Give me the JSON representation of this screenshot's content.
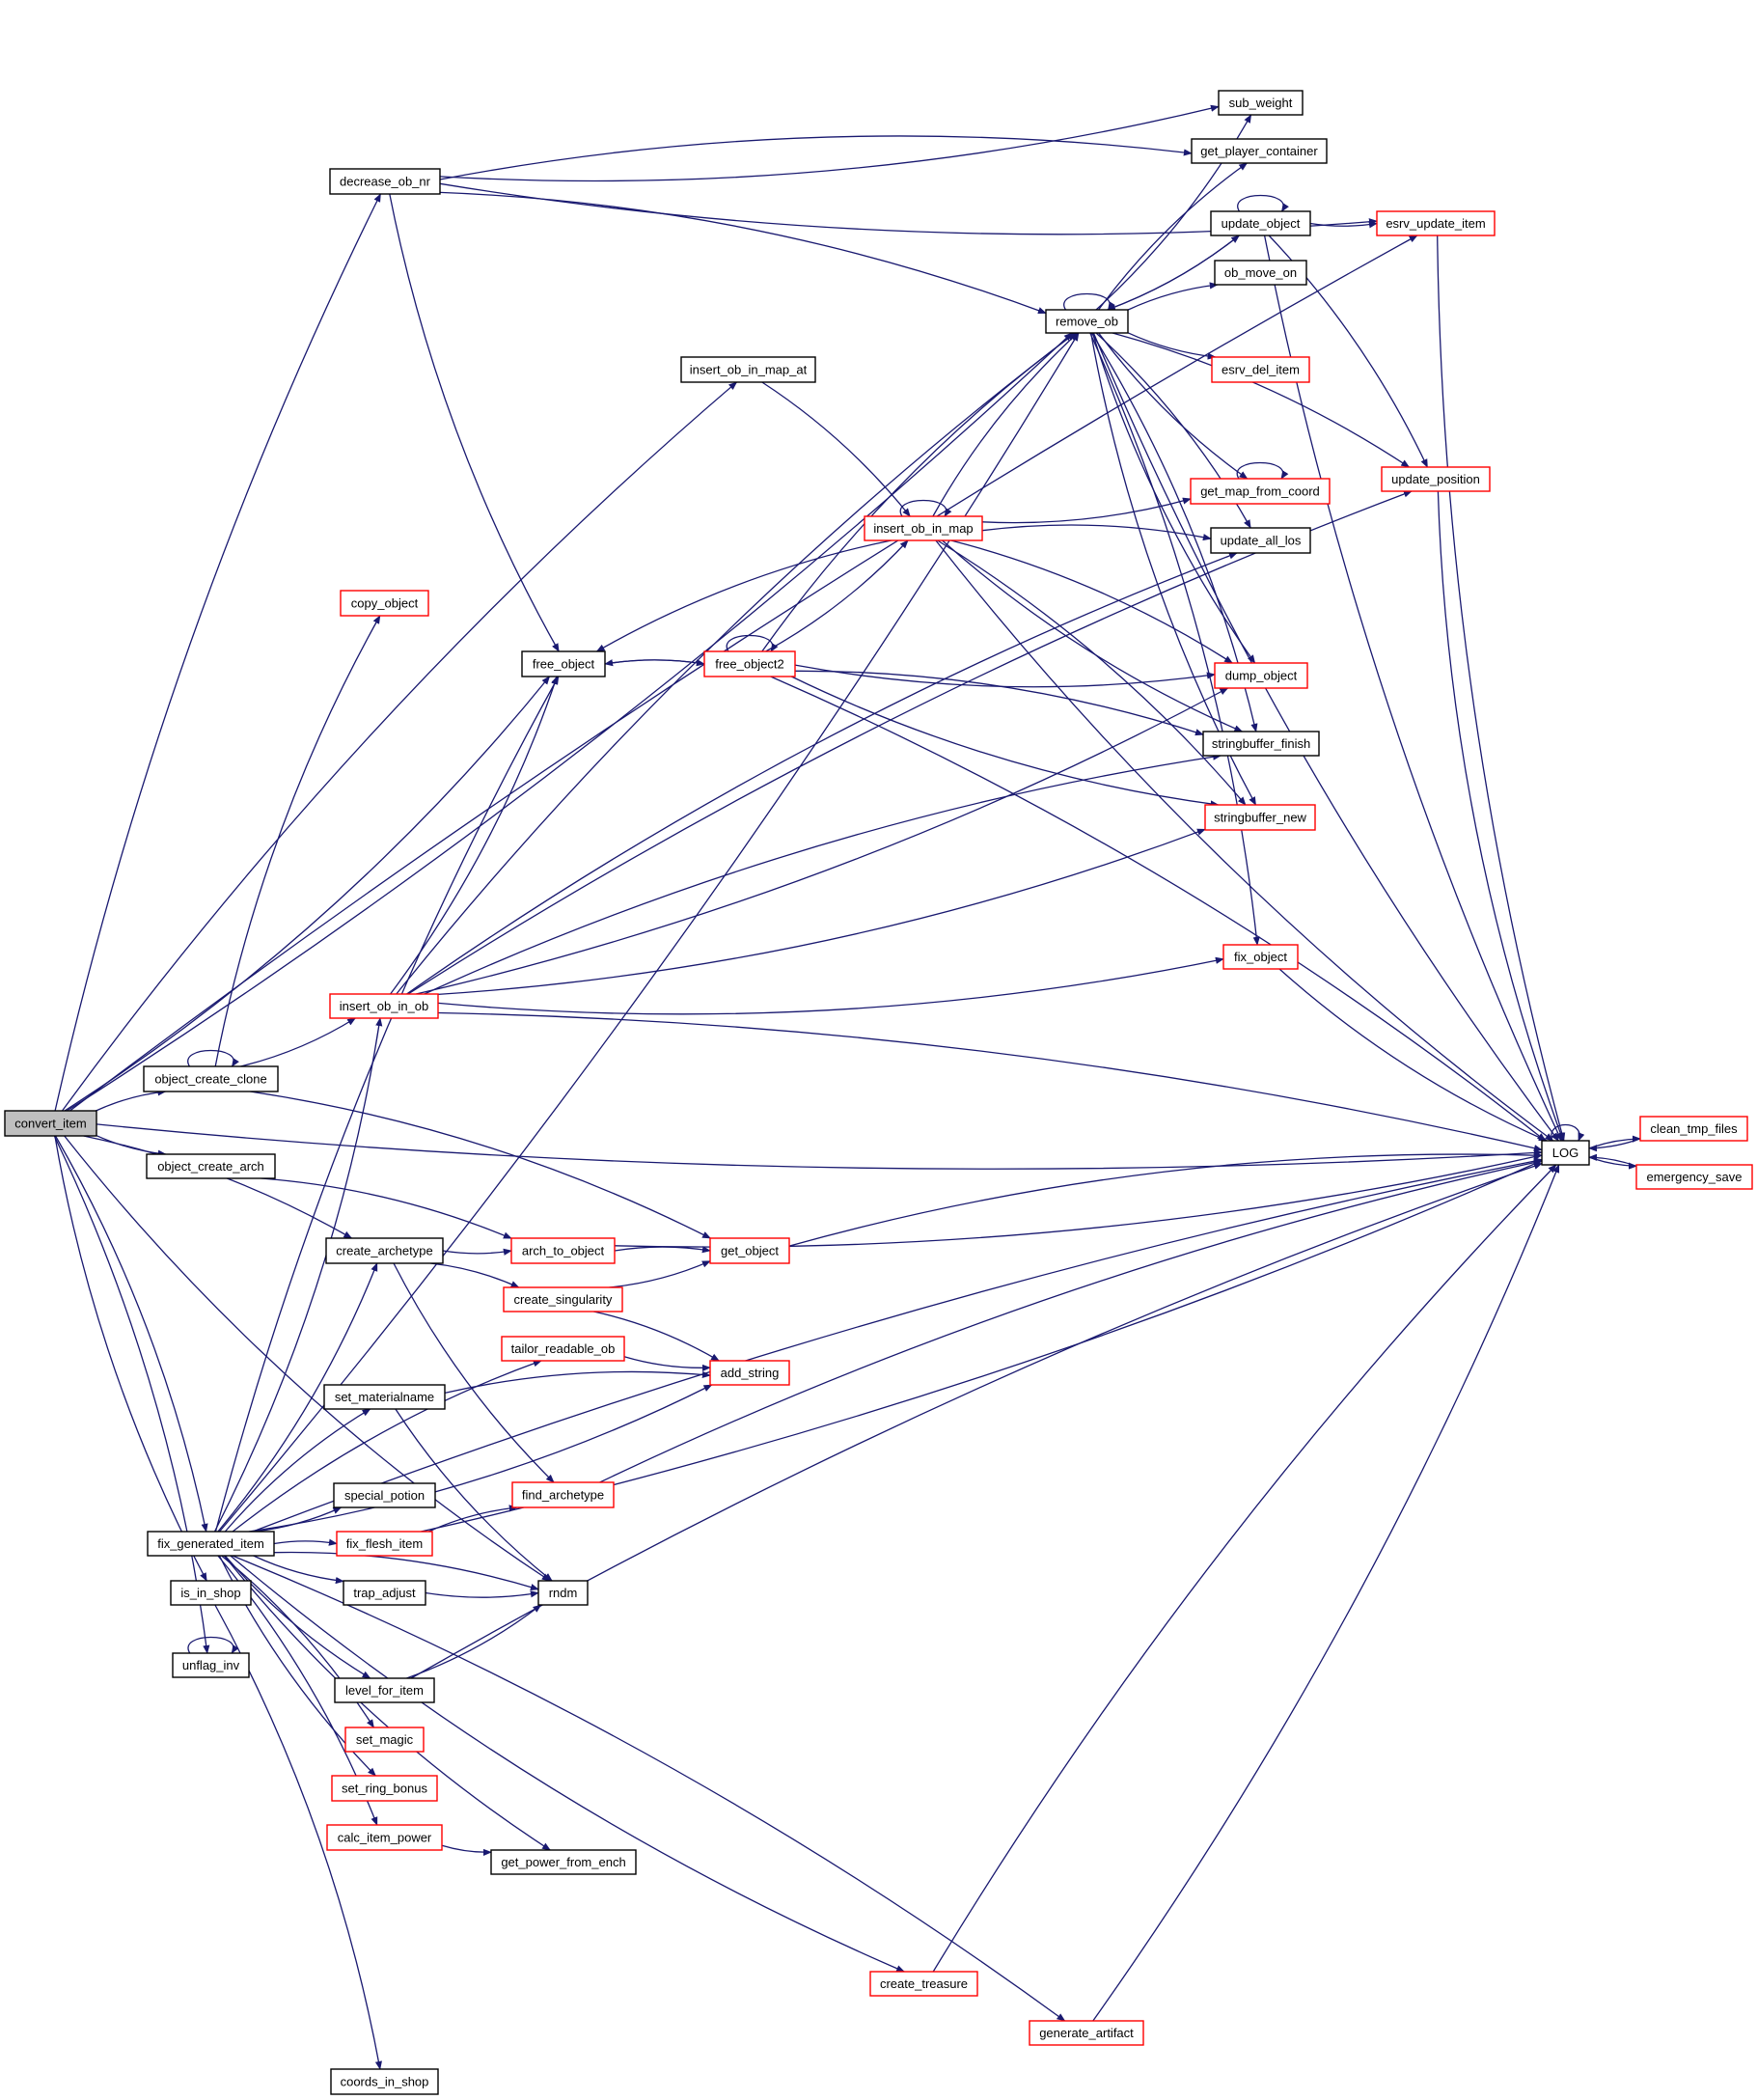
{
  "diagram": {
    "title": "convert_item call graph",
    "colors": {
      "edge": "#191970",
      "root_fill": "#bfbfbf",
      "node_fill": "#ffffff",
      "documented_border": "#000000",
      "undocumented_border": "#ff0000"
    },
    "root": "convert_item",
    "nodes": [
      {
        "id": "convert_item",
        "label": "convert_item",
        "style": "root"
      },
      {
        "id": "decrease_ob_nr",
        "label": "decrease_ob_nr",
        "style": "black"
      },
      {
        "id": "sub_weight",
        "label": "sub_weight",
        "style": "black"
      },
      {
        "id": "get_player_container",
        "label": "get_player_container",
        "style": "black"
      },
      {
        "id": "update_object",
        "label": "update_object",
        "style": "black"
      },
      {
        "id": "esrv_update_item",
        "label": "esrv_update_item",
        "style": "red"
      },
      {
        "id": "ob_move_on",
        "label": "ob_move_on",
        "style": "black"
      },
      {
        "id": "remove_ob",
        "label": "remove_ob",
        "style": "black"
      },
      {
        "id": "insert_ob_in_map_at",
        "label": "insert_ob_in_map_at",
        "style": "black"
      },
      {
        "id": "esrv_del_item",
        "label": "esrv_del_item",
        "style": "red"
      },
      {
        "id": "update_position",
        "label": "update_position",
        "style": "red"
      },
      {
        "id": "get_map_from_coord",
        "label": "get_map_from_coord",
        "style": "red"
      },
      {
        "id": "insert_ob_in_map",
        "label": "insert_ob_in_map",
        "style": "red"
      },
      {
        "id": "update_all_los",
        "label": "update_all_los",
        "style": "black"
      },
      {
        "id": "copy_object",
        "label": "copy_object",
        "style": "red"
      },
      {
        "id": "free_object",
        "label": "free_object",
        "style": "black"
      },
      {
        "id": "free_object2",
        "label": "free_object2",
        "style": "red"
      },
      {
        "id": "dump_object",
        "label": "dump_object",
        "style": "red"
      },
      {
        "id": "stringbuffer_finish",
        "label": "stringbuffer_finish",
        "style": "black"
      },
      {
        "id": "stringbuffer_new",
        "label": "stringbuffer_new",
        "style": "red"
      },
      {
        "id": "fix_object",
        "label": "fix_object",
        "style": "red"
      },
      {
        "id": "insert_ob_in_ob",
        "label": "insert_ob_in_ob",
        "style": "red"
      },
      {
        "id": "object_create_clone",
        "label": "object_create_clone",
        "style": "black"
      },
      {
        "id": "LOG",
        "label": "LOG",
        "style": "black"
      },
      {
        "id": "clean_tmp_files",
        "label": "clean_tmp_files",
        "style": "red"
      },
      {
        "id": "emergency_save",
        "label": "emergency_save",
        "style": "red"
      },
      {
        "id": "object_create_arch",
        "label": "object_create_arch",
        "style": "black"
      },
      {
        "id": "create_archetype",
        "label": "create_archetype",
        "style": "black"
      },
      {
        "id": "arch_to_object",
        "label": "arch_to_object",
        "style": "red"
      },
      {
        "id": "get_object",
        "label": "get_object",
        "style": "red"
      },
      {
        "id": "create_singularity",
        "label": "create_singularity",
        "style": "red"
      },
      {
        "id": "tailor_readable_ob",
        "label": "tailor_readable_ob",
        "style": "red"
      },
      {
        "id": "add_string",
        "label": "add_string",
        "style": "red"
      },
      {
        "id": "set_materialname",
        "label": "set_materialname",
        "style": "black"
      },
      {
        "id": "special_potion",
        "label": "special_potion",
        "style": "black"
      },
      {
        "id": "find_archetype",
        "label": "find_archetype",
        "style": "red"
      },
      {
        "id": "fix_generated_item",
        "label": "fix_generated_item",
        "style": "black"
      },
      {
        "id": "fix_flesh_item",
        "label": "fix_flesh_item",
        "style": "red"
      },
      {
        "id": "is_in_shop",
        "label": "is_in_shop",
        "style": "black"
      },
      {
        "id": "trap_adjust",
        "label": "trap_adjust",
        "style": "black"
      },
      {
        "id": "rndm",
        "label": "rndm",
        "style": "black"
      },
      {
        "id": "unflag_inv",
        "label": "unflag_inv",
        "style": "black"
      },
      {
        "id": "level_for_item",
        "label": "level_for_item",
        "style": "black"
      },
      {
        "id": "set_magic",
        "label": "set_magic",
        "style": "red"
      },
      {
        "id": "set_ring_bonus",
        "label": "set_ring_bonus",
        "style": "red"
      },
      {
        "id": "calc_item_power",
        "label": "calc_item_power",
        "style": "red"
      },
      {
        "id": "get_power_from_ench",
        "label": "get_power_from_ench",
        "style": "black"
      },
      {
        "id": "create_treasure",
        "label": "create_treasure",
        "style": "red"
      },
      {
        "id": "generate_artifact",
        "label": "generate_artifact",
        "style": "red"
      },
      {
        "id": "coords_in_shop",
        "label": "coords_in_shop",
        "style": "black"
      }
    ],
    "edges": [
      [
        "convert_item",
        "decrease_ob_nr"
      ],
      [
        "convert_item",
        "LOG"
      ],
      [
        "convert_item",
        "esrv_update_item"
      ],
      [
        "convert_item",
        "remove_ob"
      ],
      [
        "convert_item",
        "insert_ob_in_map_at"
      ],
      [
        "convert_item",
        "free_object"
      ],
      [
        "convert_item",
        "object_create_clone"
      ],
      [
        "convert_item",
        "object_create_arch"
      ],
      [
        "convert_item",
        "create_archetype"
      ],
      [
        "convert_item",
        "rndm"
      ],
      [
        "convert_item",
        "fix_generated_item"
      ],
      [
        "convert_item",
        "is_in_shop"
      ],
      [
        "convert_item",
        "unflag_inv"
      ],
      [
        "decrease_ob_nr",
        "sub_weight"
      ],
      [
        "decrease_ob_nr",
        "get_player_container"
      ],
      [
        "decrease_ob_nr",
        "esrv_update_item"
      ],
      [
        "decrease_ob_nr",
        "remove_ob"
      ],
      [
        "decrease_ob_nr",
        "free_object"
      ],
      [
        "update_object",
        "update_object"
      ],
      [
        "update_object",
        "esrv_update_item"
      ],
      [
        "update_object",
        "update_position"
      ],
      [
        "update_object",
        "LOG"
      ],
      [
        "update_object",
        "remove_ob"
      ],
      [
        "esrv_update_item",
        "LOG"
      ],
      [
        "remove_ob",
        "remove_ob"
      ],
      [
        "remove_ob",
        "sub_weight"
      ],
      [
        "remove_ob",
        "get_player_container"
      ],
      [
        "remove_ob",
        "update_object"
      ],
      [
        "remove_ob",
        "ob_move_on"
      ],
      [
        "remove_ob",
        "esrv_del_item"
      ],
      [
        "remove_ob",
        "update_position"
      ],
      [
        "remove_ob",
        "get_map_from_coord"
      ],
      [
        "remove_ob",
        "update_all_los"
      ],
      [
        "remove_ob",
        "dump_object"
      ],
      [
        "remove_ob",
        "stringbuffer_finish"
      ],
      [
        "remove_ob",
        "stringbuffer_new"
      ],
      [
        "remove_ob",
        "fix_object"
      ],
      [
        "remove_ob",
        "LOG"
      ],
      [
        "insert_ob_in_map_at",
        "insert_ob_in_map"
      ],
      [
        "update_position",
        "LOG"
      ],
      [
        "get_map_from_coord",
        "get_map_from_coord"
      ],
      [
        "insert_ob_in_map",
        "insert_ob_in_map"
      ],
      [
        "insert_ob_in_map",
        "remove_ob"
      ],
      [
        "insert_ob_in_map",
        "get_map_from_coord"
      ],
      [
        "insert_ob_in_map",
        "update_all_los"
      ],
      [
        "insert_ob_in_map",
        "free_object"
      ],
      [
        "insert_ob_in_map",
        "dump_object"
      ],
      [
        "insert_ob_in_map",
        "stringbuffer_finish"
      ],
      [
        "insert_ob_in_map",
        "stringbuffer_new"
      ],
      [
        "insert_ob_in_map",
        "LOG"
      ],
      [
        "free_object",
        "free_object2"
      ],
      [
        "free_object2",
        "free_object"
      ],
      [
        "free_object2",
        "free_object2"
      ],
      [
        "free_object2",
        "insert_ob_in_map"
      ],
      [
        "free_object2",
        "remove_ob"
      ],
      [
        "free_object2",
        "dump_object"
      ],
      [
        "free_object2",
        "stringbuffer_finish"
      ],
      [
        "free_object2",
        "stringbuffer_new"
      ],
      [
        "free_object2",
        "LOG"
      ],
      [
        "fix_object",
        "LOG"
      ],
      [
        "insert_ob_in_ob",
        "remove_ob"
      ],
      [
        "insert_ob_in_ob",
        "free_object"
      ],
      [
        "insert_ob_in_ob",
        "update_all_los"
      ],
      [
        "insert_ob_in_ob",
        "dump_object"
      ],
      [
        "insert_ob_in_ob",
        "stringbuffer_finish"
      ],
      [
        "insert_ob_in_ob",
        "stringbuffer_new"
      ],
      [
        "insert_ob_in_ob",
        "update_position"
      ],
      [
        "insert_ob_in_ob",
        "fix_object"
      ],
      [
        "insert_ob_in_ob",
        "LOG"
      ],
      [
        "object_create_clone",
        "object_create_clone"
      ],
      [
        "object_create_clone",
        "copy_object"
      ],
      [
        "object_create_clone",
        "insert_ob_in_ob"
      ],
      [
        "object_create_clone",
        "get_object"
      ],
      [
        "LOG",
        "LOG"
      ],
      [
        "LOG",
        "clean_tmp_files"
      ],
      [
        "LOG",
        "emergency_save"
      ],
      [
        "clean_tmp_files",
        "LOG"
      ],
      [
        "emergency_save",
        "LOG"
      ],
      [
        "object_create_arch",
        "arch_to_object"
      ],
      [
        "create_archetype",
        "arch_to_object"
      ],
      [
        "create_archetype",
        "create_singularity"
      ],
      [
        "create_archetype",
        "find_archetype"
      ],
      [
        "arch_to_object",
        "get_object"
      ],
      [
        "arch_to_object",
        "LOG"
      ],
      [
        "get_object",
        "LOG"
      ],
      [
        "create_singularity",
        "get_object"
      ],
      [
        "create_singularity",
        "add_string"
      ],
      [
        "tailor_readable_ob",
        "add_string"
      ],
      [
        "set_materialname",
        "add_string"
      ],
      [
        "set_materialname",
        "rndm"
      ],
      [
        "find_archetype",
        "LOG"
      ],
      [
        "fix_generated_item",
        "create_archetype"
      ],
      [
        "fix_generated_item",
        "tailor_readable_ob"
      ],
      [
        "fix_generated_item",
        "add_string"
      ],
      [
        "fix_generated_item",
        "set_materialname"
      ],
      [
        "fix_generated_item",
        "special_potion"
      ],
      [
        "fix_generated_item",
        "fix_flesh_item"
      ],
      [
        "fix_generated_item",
        "trap_adjust"
      ],
      [
        "fix_generated_item",
        "rndm"
      ],
      [
        "fix_generated_item",
        "level_for_item"
      ],
      [
        "fix_generated_item",
        "set_magic"
      ],
      [
        "fix_generated_item",
        "set_ring_bonus"
      ],
      [
        "fix_generated_item",
        "calc_item_power"
      ],
      [
        "fix_generated_item",
        "get_power_from_ench"
      ],
      [
        "fix_generated_item",
        "LOG"
      ],
      [
        "fix_generated_item",
        "create_treasure"
      ],
      [
        "fix_generated_item",
        "generate_artifact"
      ],
      [
        "fix_generated_item",
        "insert_ob_in_ob"
      ],
      [
        "fix_generated_item",
        "free_object"
      ],
      [
        "fix_generated_item",
        "remove_ob"
      ],
      [
        "fix_flesh_item",
        "find_archetype"
      ],
      [
        "fix_flesh_item",
        "LOG"
      ],
      [
        "is_in_shop",
        "coords_in_shop"
      ],
      [
        "trap_adjust",
        "rndm"
      ],
      [
        "unflag_inv",
        "unflag_inv"
      ],
      [
        "level_for_item",
        "rndm"
      ],
      [
        "level_for_item",
        "LOG"
      ],
      [
        "calc_item_power",
        "get_power_from_ench"
      ],
      [
        "create_treasure",
        "LOG"
      ],
      [
        "generate_artifact",
        "LOG"
      ]
    ]
  }
}
